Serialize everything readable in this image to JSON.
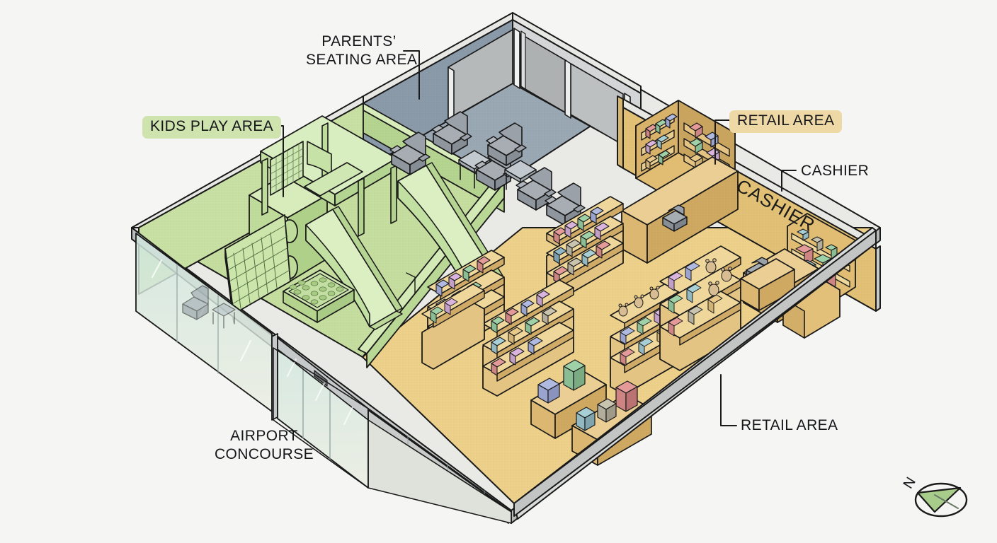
{
  "diagram": {
    "title": "Airport kids play area and retail shop isometric floor plan",
    "background_color": "#f5f5f3",
    "line_color": "#1a1a1a"
  },
  "labels": [
    {
      "id": "parents-seating-area",
      "text_lines": [
        "PARENTS’",
        "SEATING AREA"
      ],
      "style": "plain-two-line",
      "text_color": "#15161a"
    },
    {
      "id": "kids-play-area",
      "text": "KIDS PLAY AREA",
      "style": "highlighted",
      "highlight_color": "#cfe3ae",
      "text_color": "#15161a"
    },
    {
      "id": "retail-area-top",
      "text": "RETAIL AREA",
      "style": "highlighted",
      "highlight_color": "#eed9a6",
      "text_color": "#15161a"
    },
    {
      "id": "cashier",
      "text": "CASHIER",
      "style": "plain",
      "text_color": "#15161a"
    },
    {
      "id": "retail-area-bottom",
      "text": "RETAIL AREA",
      "style": "plain",
      "text_color": "#15161a"
    },
    {
      "id": "airport-concourse",
      "text_lines": [
        "AIRPORT",
        "CONCOURSE"
      ],
      "style": "plain-two-line",
      "text_color": "#15161a"
    }
  ],
  "wall_text": {
    "cashier_sign": "CASHIER"
  },
  "compass": {
    "north_letter": "N",
    "arrow_color": "#a8cc8a",
    "ring_color": "#1a1a1a"
  },
  "zones": [
    {
      "name": "kids-play-area",
      "floor_color": "#c5de9f",
      "wall_color": "#b7d694",
      "features": [
        "climbing-structure",
        "double-slide",
        "cargo-net",
        "ball-pit",
        "soft-play-barrier"
      ]
    },
    {
      "name": "parents-seating-area",
      "floor_color": "#9aa8b4",
      "wall_color": "#8b9aa8",
      "features": [
        "armchair",
        "side-table"
      ],
      "armchair_count": 6,
      "side_table_count": 2
    },
    {
      "name": "retail-area",
      "floor_color": "#edd08a",
      "wall_color": "#e2c176",
      "features": [
        "gondola-shelving",
        "wall-display-case",
        "cashier-counter",
        "pos-register",
        "display-table"
      ]
    },
    {
      "name": "back-of-house",
      "floor_color": "#b9bcbd",
      "wall_color": "#d4d6d7",
      "features": [
        "storage-rooms"
      ]
    },
    {
      "name": "airport-concourse",
      "floor_color": "#f5f5f3",
      "features": [
        "glass-curtain-wall",
        "sliding-entrance-doors"
      ]
    }
  ],
  "palette": {
    "merch_colors": [
      "#e59a9a",
      "#9fd1a8",
      "#b0b9e0",
      "#d9b4dd",
      "#a8cfd6",
      "#e8c98a",
      "#c9c4b0",
      "#8fb8c9"
    ],
    "glass_color": "#cfe4dd",
    "frame_color": "#b9bcbd",
    "wood_color": "#dcba78",
    "teddy_color": "#d8bd92"
  }
}
